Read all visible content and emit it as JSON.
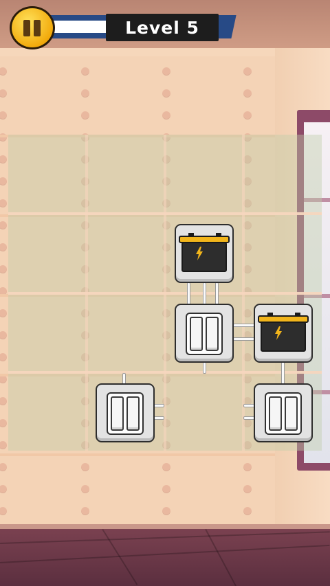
{
  "hud": {
    "level_label": "Level 5",
    "pause_icon": "pause-icon"
  },
  "board": {
    "columns": 4,
    "rows": 4,
    "tiles": [
      {
        "type": "battery",
        "icon": "battery-icon",
        "col": 2,
        "row": 1
      },
      {
        "type": "switch",
        "icon": "light-switch-icon",
        "col": 2,
        "row": 2
      },
      {
        "type": "battery",
        "icon": "battery-icon",
        "col": 3,
        "row": 2
      },
      {
        "type": "switch",
        "icon": "light-switch-icon",
        "col": 1,
        "row": 3
      },
      {
        "type": "switch",
        "icon": "light-switch-icon",
        "col": 3,
        "row": 3
      }
    ]
  },
  "colors": {
    "battery_top": "#f2b51b",
    "battery_body": "#2d2d2d",
    "bolt": "#f2b51b",
    "coin": "#f2ab0d",
    "hud_blue": "#274a86",
    "window_frame": "#8d4a68",
    "floor": "#6b3848"
  }
}
